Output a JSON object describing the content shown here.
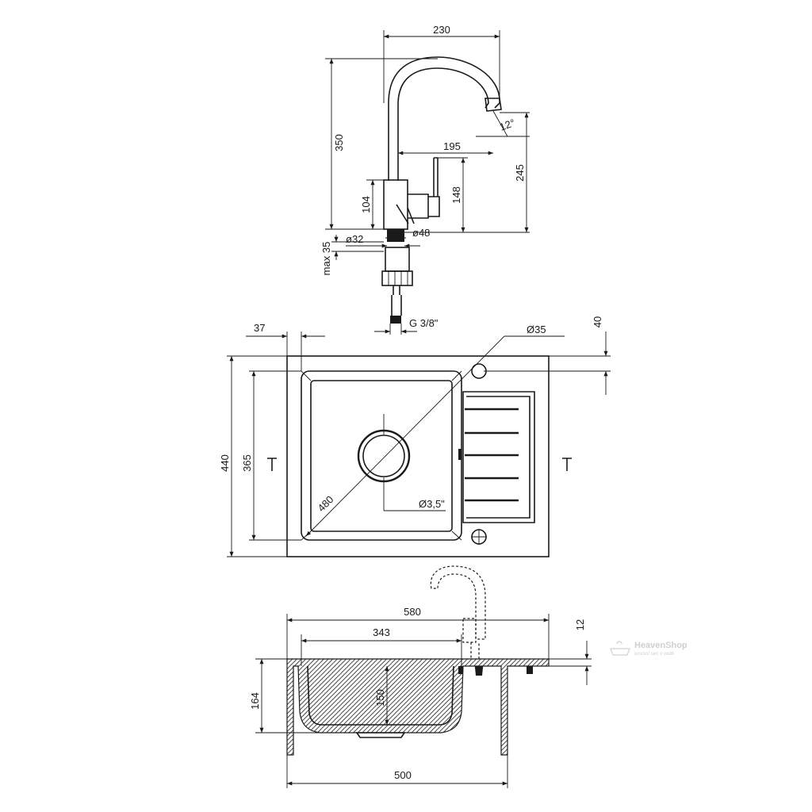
{
  "faucet": {
    "dim_width": "230",
    "dim_height": "350",
    "dim_reach": "195",
    "dim_spout_height": "245",
    "dim_handle": "148",
    "dim_body": "104",
    "dim_base_inner": "ø32",
    "dim_base_outer": "ø48",
    "dim_mount": "max 35",
    "dim_thread": "G 3/8\"",
    "dim_angle": "12°"
  },
  "top_view": {
    "dim_bowl_offset": "37",
    "dim_hole_offset": "40",
    "dim_hole_diameter": "Ø35",
    "dim_depth": "440",
    "dim_bowl_depth": "365",
    "dim_diagonal": "480",
    "dim_drain": "Ø3,5\""
  },
  "section": {
    "dim_total_width": "580",
    "dim_bowl_width": "343",
    "dim_bowl_depth": "150",
    "dim_height": "164",
    "dim_thickness": "12",
    "dim_base_width": "500"
  },
  "watermark": {
    "brand": "HeavenShop",
    "tagline": "luxusní sen o vodě"
  }
}
